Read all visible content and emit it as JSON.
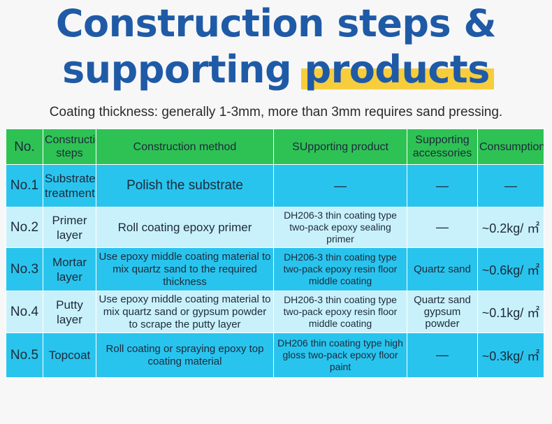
{
  "title": {
    "line1": "Construction steps &",
    "line2_plain": "supporting ",
    "line2_highlight": "products"
  },
  "subtitle": "Coating thickness: generally 1-3mm, more than 3mm requires sand pressing.",
  "colors": {
    "title": "#1f5aa6",
    "highlight": "#f7cd3c",
    "header_bg": "#2ec254",
    "row_dark": "#29c4ee",
    "row_light": "#c9f1fb"
  },
  "table": {
    "headers": {
      "no": "No.",
      "steps": "Construction steps",
      "method": "Construction method",
      "product": "SUpporting  product",
      "accessories": "Supporting accessories",
      "consumption": "Consumption"
    },
    "rows": [
      {
        "no": "No.1",
        "step": "Substrate treatment",
        "method": "Polish the substrate",
        "product": "—",
        "accessories": "—",
        "consumption": "—"
      },
      {
        "no": "No.2",
        "step": "Primer layer",
        "method": "Roll coating epoxy primer",
        "product": "DH206-3 thin coating type two-pack epoxy sealing primer",
        "accessories": "—",
        "consumption": "~0.2kg/ ㎡"
      },
      {
        "no": "No.3",
        "step": "Mortar layer",
        "method": "Use epoxy middle coating material to mix quartz sand to the required thickness",
        "product": "DH206-3 thin coating type two-pack epoxy resin floor middle coating",
        "accessories": "Quartz sand",
        "consumption": "~0.6kg/ ㎡"
      },
      {
        "no": "No.4",
        "step": "Putty layer",
        "method": "Use epoxy middle coating material to mix quartz sand or gypsum powder to scrape the putty layer",
        "product": "DH206-3 thin coating type two-pack epoxy resin floor middle coating",
        "accessories": "Quartz sand gypsum powder",
        "consumption": "~0.1kg/ ㎡"
      },
      {
        "no": "No.5",
        "step": "Topcoat",
        "method": "Roll coating or spraying epoxy top coating material",
        "product": "DH206 thin coating type high gloss two-pack epoxy floor paint",
        "accessories": "—",
        "consumption": "~0.3kg/ ㎡"
      }
    ]
  }
}
